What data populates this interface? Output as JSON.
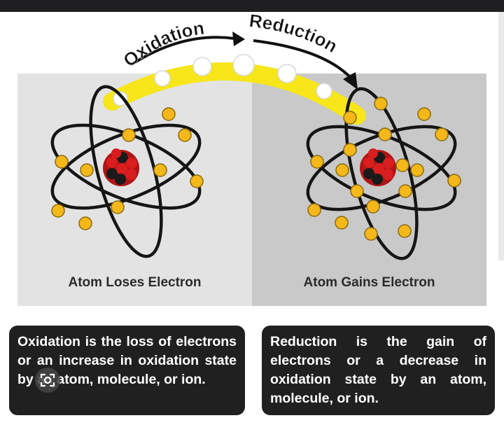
{
  "labels": {
    "oxidation_arrow": "Oxidation",
    "reduction_arrow": "Reduction",
    "left_caption": "Atom Loses Electron",
    "right_caption": "Atom Gains Electron"
  },
  "definitions": {
    "oxidation": "Oxidation is the loss of electrons or an increase in oxidation state by an atom, molecule, or ion.",
    "reduction": "Reduction is the gain of electrons or a decrease in oxidation state by an atom, molecule, or ion."
  },
  "overlay": {
    "icon": "lens-search-icon"
  },
  "colors": {
    "electron": "#f4b81a",
    "proton": "#d81e1e",
    "neutron": "#1a1a1a",
    "electron_path": "#f6e61a",
    "panel_left": "#e3e3e3",
    "panel_right": "#c9c9c9",
    "definition_box": "#202020"
  }
}
